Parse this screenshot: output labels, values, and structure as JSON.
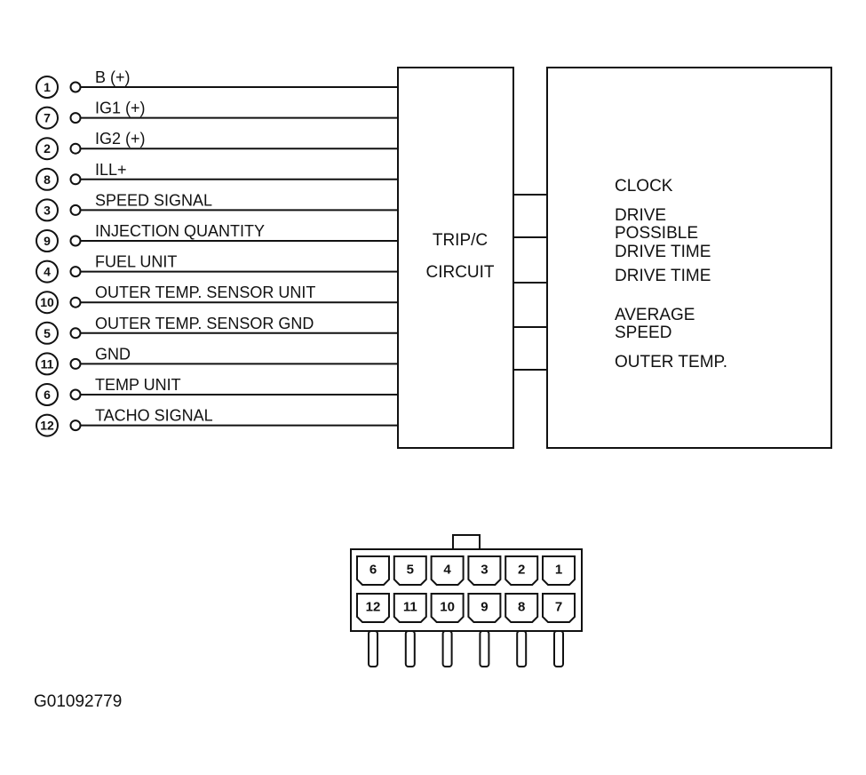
{
  "wires": [
    {
      "pin": "1",
      "label": "B (+)"
    },
    {
      "pin": "7",
      "label": "IG1 (+)"
    },
    {
      "pin": "2",
      "label": "IG2 (+)"
    },
    {
      "pin": "8",
      "label": "ILL+"
    },
    {
      "pin": "3",
      "label": "SPEED SIGNAL"
    },
    {
      "pin": "9",
      "label": "INJECTION QUANTITY"
    },
    {
      "pin": "4",
      "label": "FUEL UNIT"
    },
    {
      "pin": "10",
      "label": "OUTER TEMP. SENSOR UNIT"
    },
    {
      "pin": "5",
      "label": "OUTER TEMP. SENSOR GND"
    },
    {
      "pin": "11",
      "label": "GND"
    },
    {
      "pin": "6",
      "label": "TEMP UNIT"
    },
    {
      "pin": "12",
      "label": "TACHO SIGNAL"
    }
  ],
  "trip_circuit": {
    "line1": "TRIP/C",
    "line2": "CIRCUIT"
  },
  "display_functions": [
    [
      "CLOCK"
    ],
    [
      "DRIVE",
      "POSSIBLE",
      "DRIVE TIME"
    ],
    [
      "DRIVE TIME"
    ],
    [
      "AVERAGE",
      "SPEED"
    ],
    [
      "OUTER TEMP."
    ]
  ],
  "connector": {
    "top_row": [
      "6",
      "5",
      "4",
      "3",
      "2",
      "1"
    ],
    "bottom_row": [
      "12",
      "11",
      "10",
      "9",
      "8",
      "7"
    ]
  },
  "figure_code": "G01092779"
}
